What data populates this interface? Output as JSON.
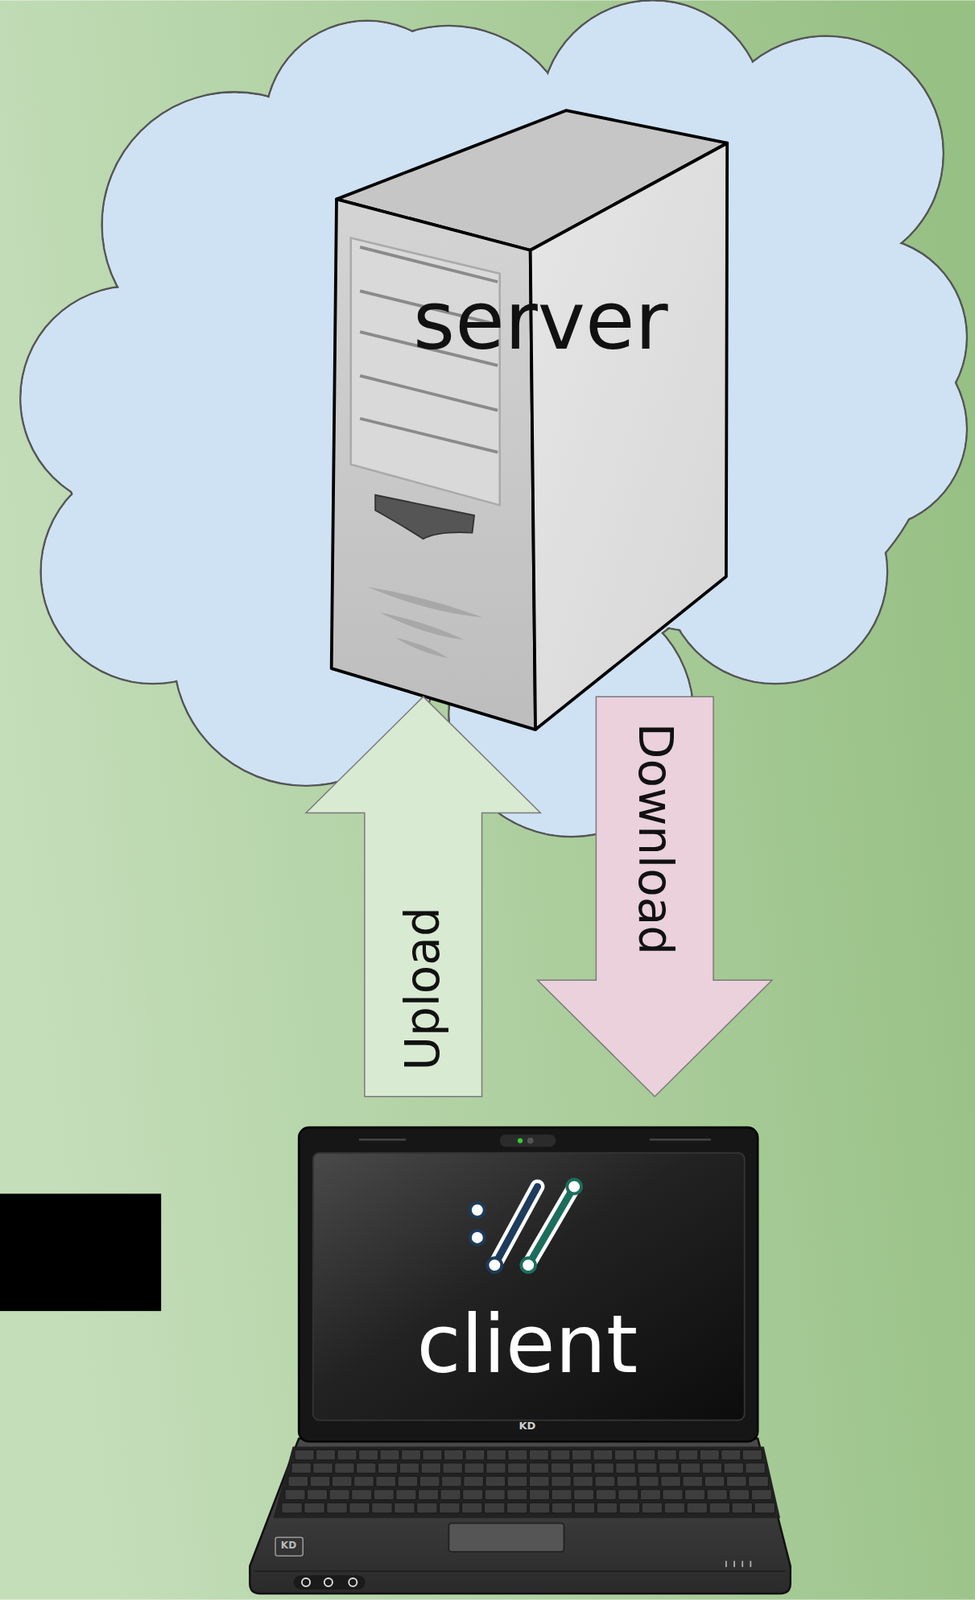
{
  "diagram": {
    "nodes": [
      {
        "text": [
          "server"
        ]
      },
      {
        "text": [
          "client"
        ]
      }
    ],
    "edges": [
      {
        "from": 1,
        "to": 0,
        "arrow": "to",
        "label": "Upload"
      },
      {
        "from": 0,
        "to": 1,
        "arrow": "to",
        "label": "Download"
      }
    ],
    "labels": [
      "KD",
      "KD"
    ]
  }
}
